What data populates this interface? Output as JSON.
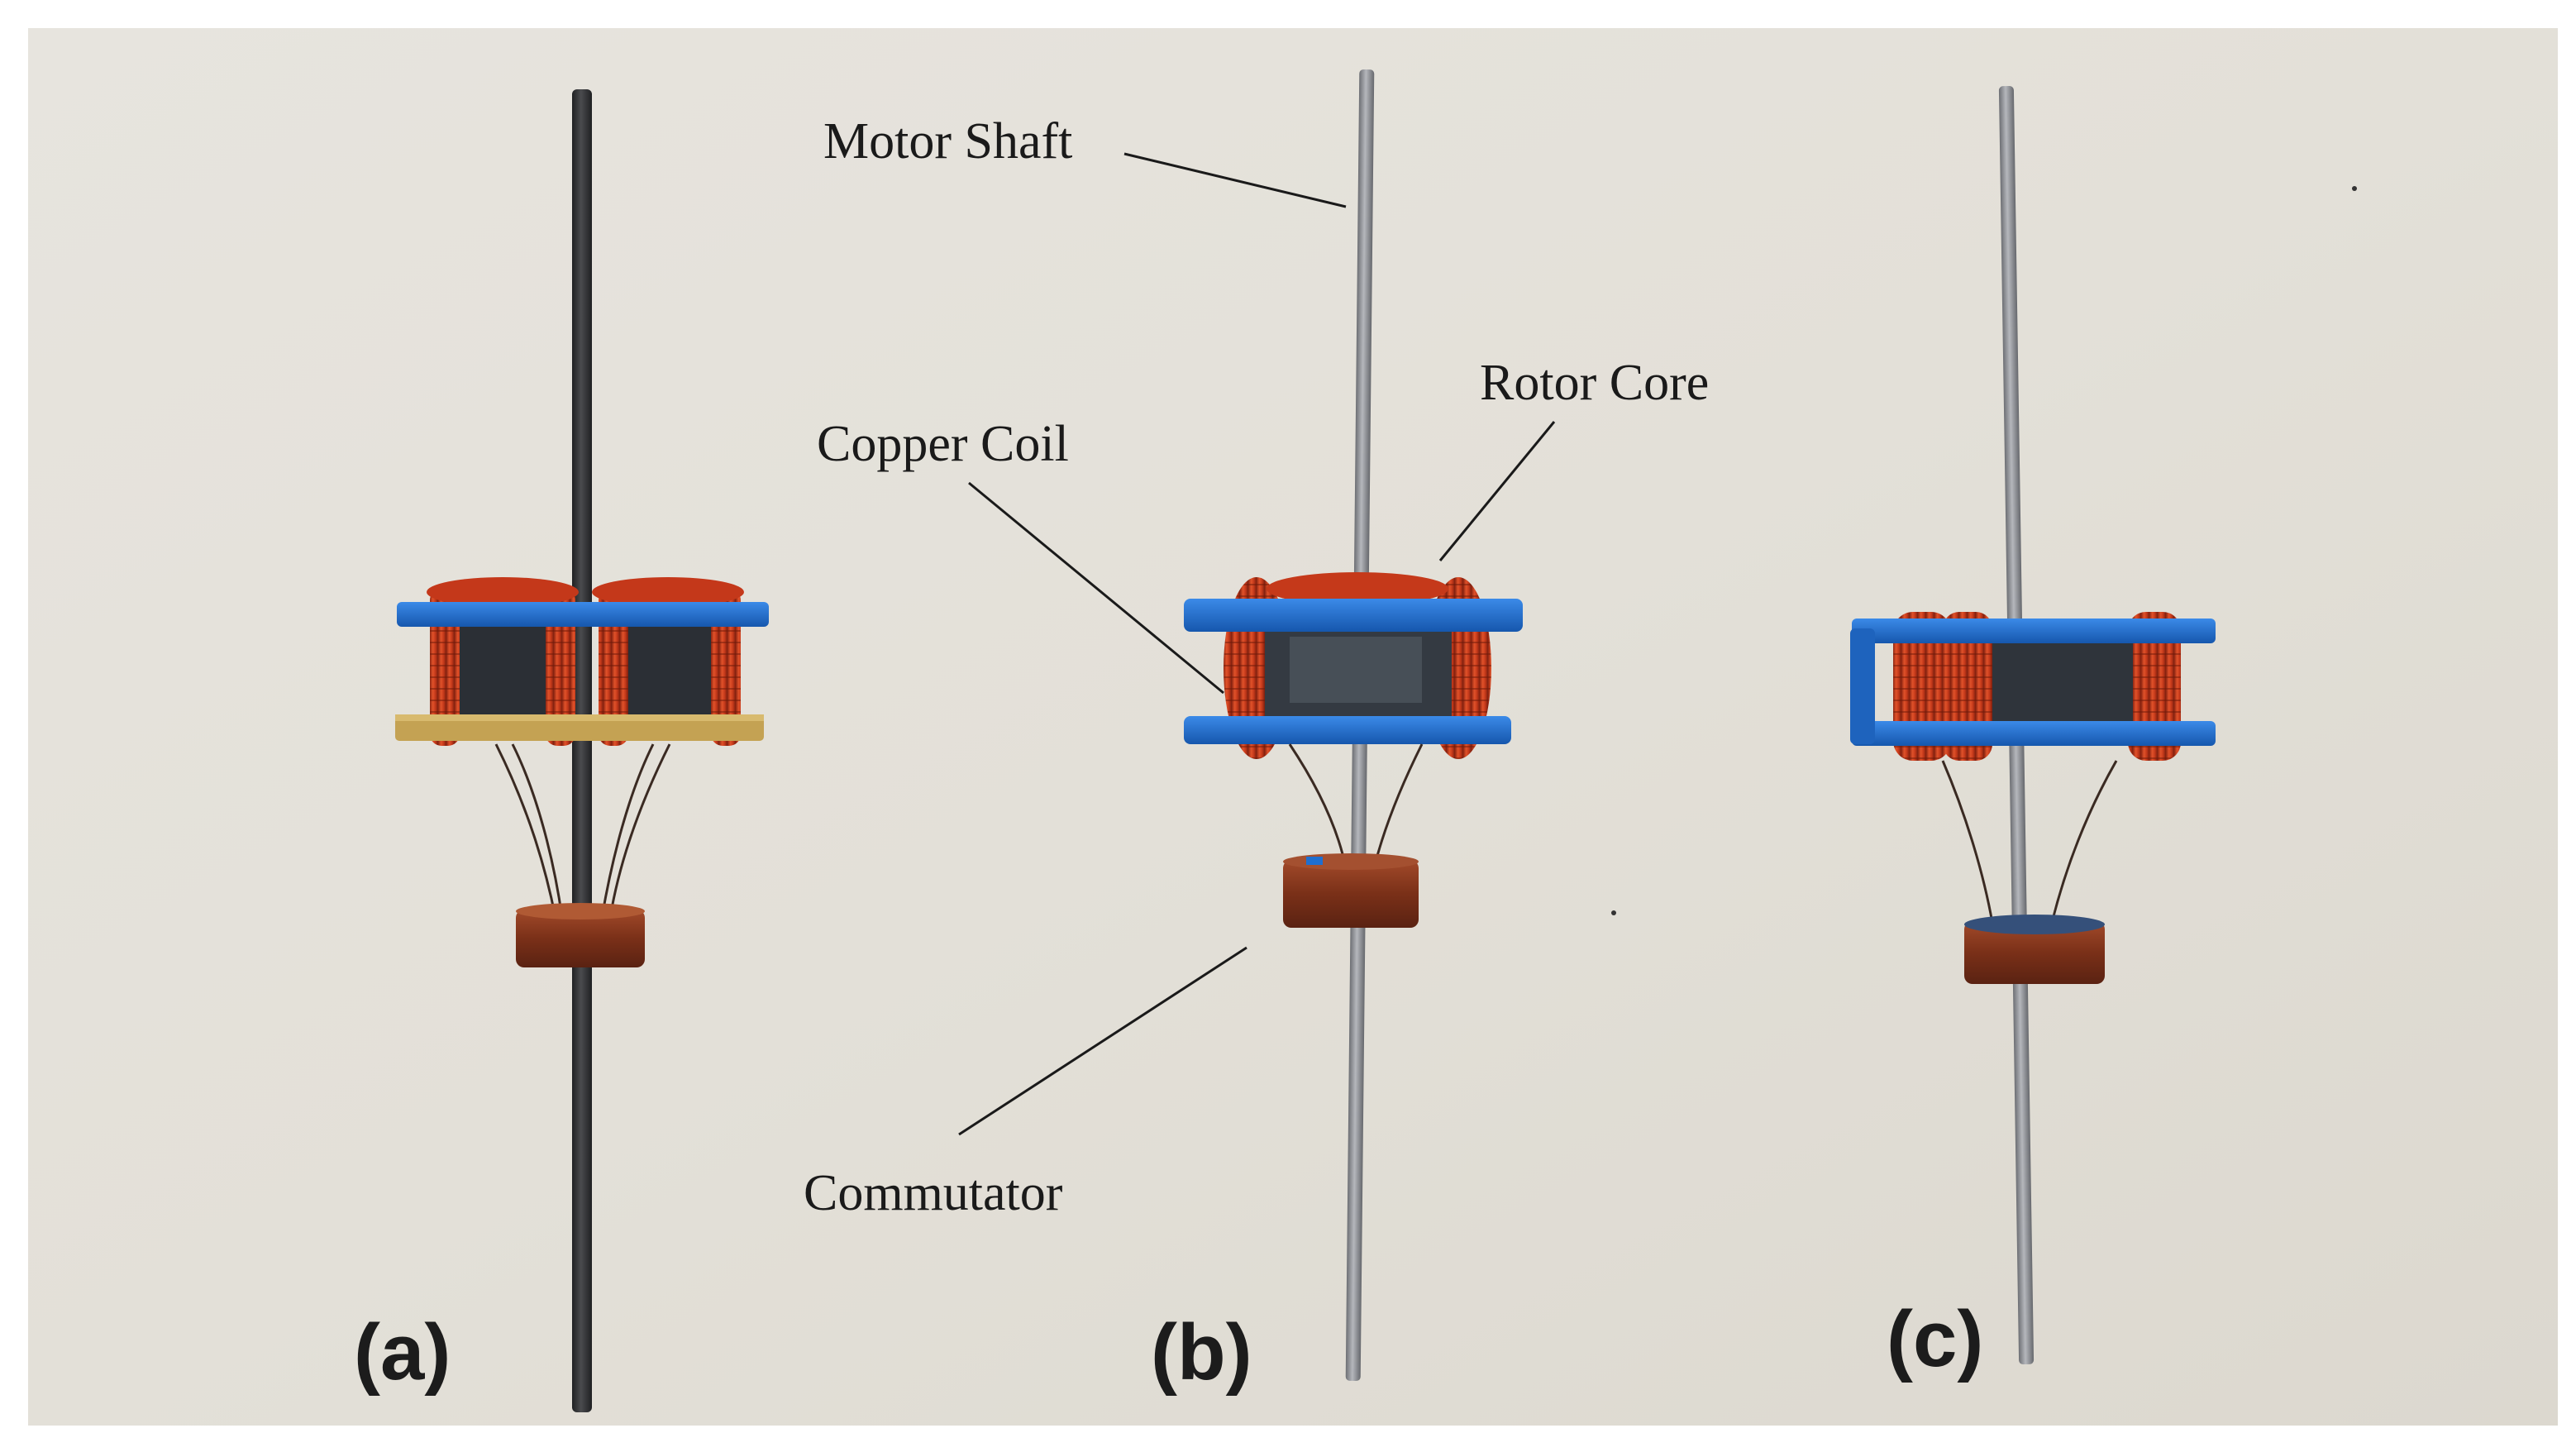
{
  "annotations": {
    "motor_shaft": "Motor Shaft",
    "rotor_core": "Rotor Core",
    "copper_coil": "Copper Coil",
    "commutator": "Commutator"
  },
  "panels": [
    {
      "label": "(a)"
    },
    {
      "label": "(b)"
    },
    {
      "label": "(c)"
    }
  ],
  "colors": {
    "background": "#e4e1da",
    "shaft_dark": "#2e2e30",
    "shaft_light": "#8e9096",
    "copper": "#c93a1c",
    "blue_frame": "#1f6fd0",
    "core": "#2d3138",
    "commutator": "#8a3b22",
    "tan_plate": "#c4a253"
  }
}
